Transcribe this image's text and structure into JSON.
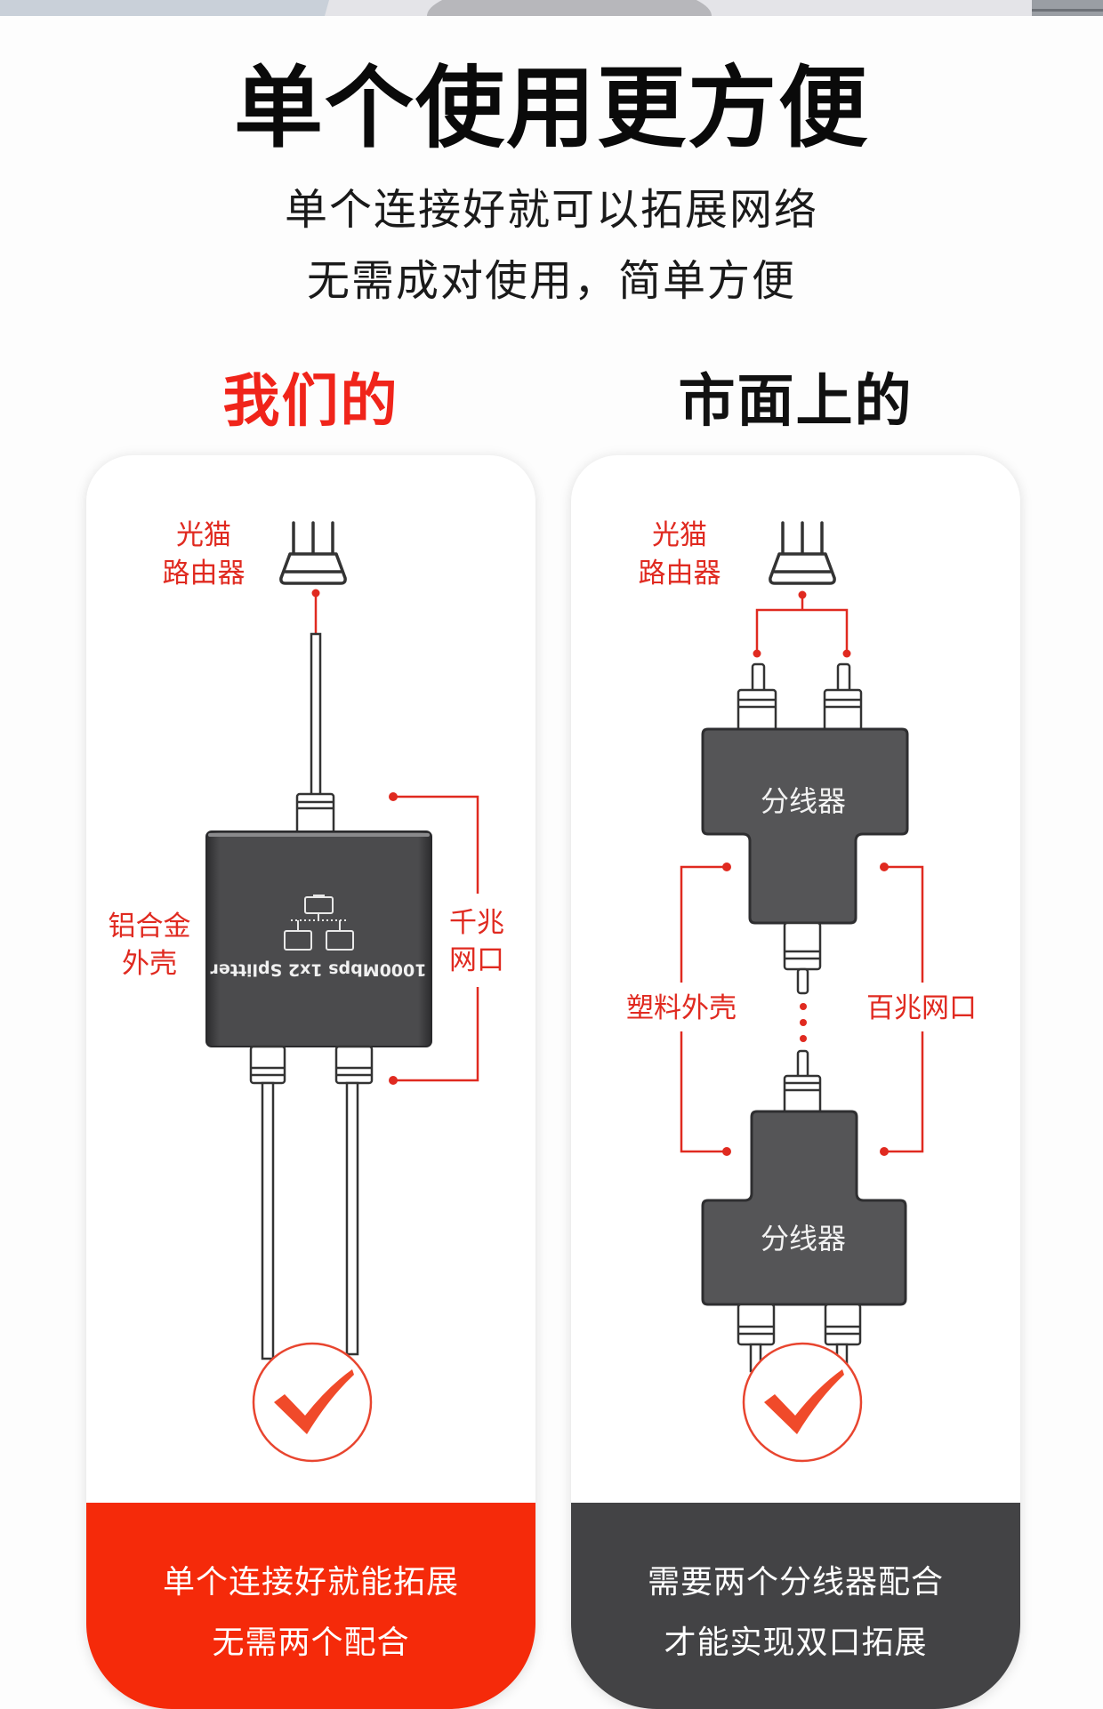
{
  "header": {
    "title": "单个使用更方便",
    "subtitle_lines": [
      "单个连接好就可以拓展网络",
      "无需成对使用，简单方便"
    ]
  },
  "colors": {
    "accent_red": "#f52a0a",
    "label_red": "#e02a20",
    "dark_gray": "#434345",
    "check_red": "#f04a2a"
  },
  "comparison": {
    "ours": {
      "heading": "我们的",
      "router_label_lines": [
        "光猫",
        "路由器"
      ],
      "device_text": "1000Mbps 1x2 Splitter",
      "device_icon": "network-topology-icon",
      "left_callout_lines": [
        "铝合金",
        "外壳"
      ],
      "right_callout_lines": [
        "千兆",
        "网口"
      ],
      "status_icon": "check-icon",
      "footer_lines": [
        "单个连接好就能拓展",
        "无需两个配合"
      ]
    },
    "market": {
      "heading": "市面上的",
      "router_label_lines": [
        "光猫",
        "路由器"
      ],
      "splitter_label": "分线器",
      "left_callout": "塑料外壳",
      "right_callout": "百兆网口",
      "status_icon": "check-icon",
      "footer_lines": [
        "需要两个分线器配合",
        "才能实现双口拓展"
      ]
    }
  }
}
